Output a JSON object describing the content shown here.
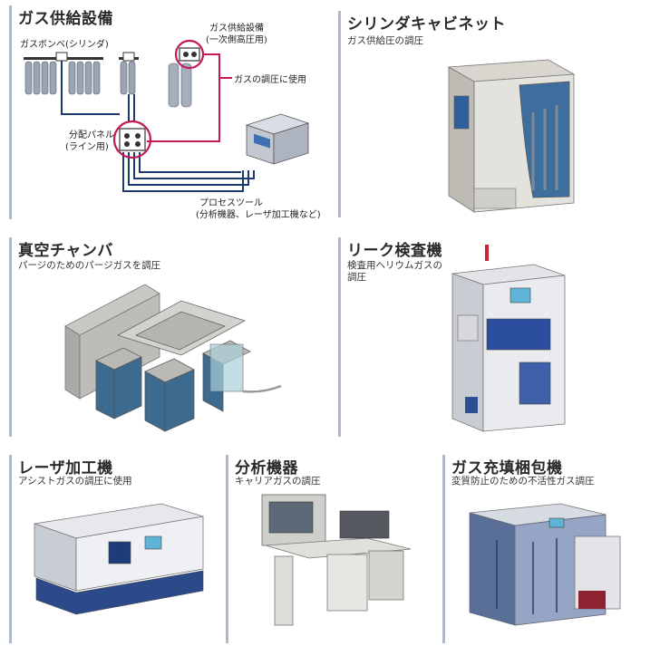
{
  "sections": {
    "gas_supply": {
      "title": "ガス供給設備",
      "label_cylinder": "ガスボンベ(シリンダ)",
      "label_supply_1": "ガス供給設備",
      "label_supply_2": "(一次側高圧用)",
      "label_pressure": "ガスの調圧に使用",
      "label_panel_1": "分配パネル",
      "label_panel_2": "(ライン用)",
      "label_tool_1": "プロセスツール",
      "label_tool_2": "(分析機器、レーザ加工機など)"
    },
    "cylinder_cabinet": {
      "title": "シリンダキャビネット",
      "desc": "ガス供給圧の調圧"
    },
    "vacuum_chamber": {
      "title": "真空チャンバ",
      "desc": "パージのためのパージガスを調圧"
    },
    "leak_tester": {
      "title": "リーク検査機",
      "desc_1": "検査用ヘリウムガスの",
      "desc_2": "調圧"
    },
    "laser": {
      "title": "レーザ加工機",
      "desc": "アシストガスの調圧に使用"
    },
    "analyzer": {
      "title": "分析機器",
      "desc": "キャリアガスの調圧"
    },
    "packaging": {
      "title": "ガス充填梱包機",
      "desc": "変質防止のための不活性ガス調圧"
    }
  },
  "colors": {
    "accent": "#c41a52",
    "line": "#1d3a6e",
    "divider": "#aeb9cc"
  }
}
